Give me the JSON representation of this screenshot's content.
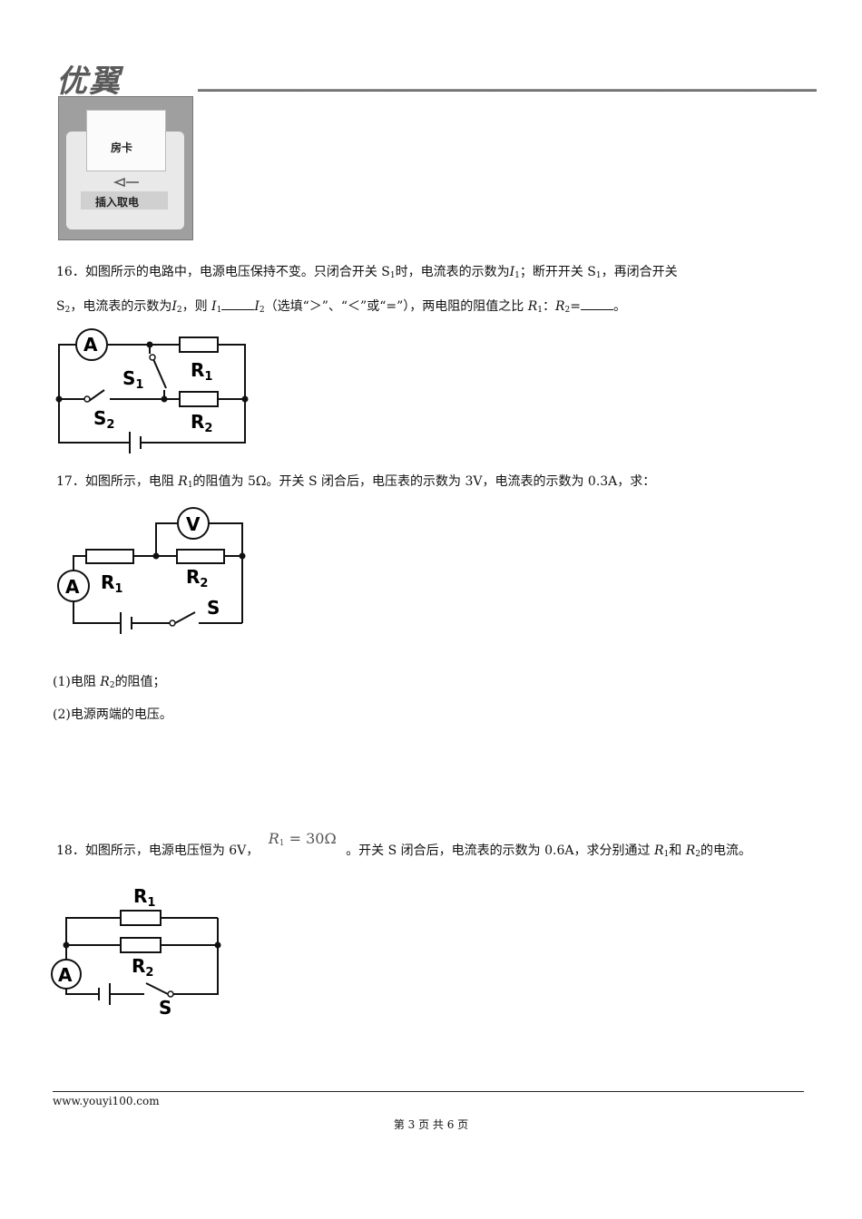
{
  "header": {
    "logo_text": "优翼"
  },
  "photo": {
    "card_label": "房卡",
    "slot_label": "插入取电"
  },
  "q16": {
    "line1": {
      "prefix": "16．如图所示的电路中，电源电压保持不变。只闭合开关 S",
      "s1_sub": "1",
      "mid": "时，电流表的示数为",
      "i": "I",
      "i_sub": "1",
      "end": "；断开开关 S",
      "end_sub": "1",
      "end2": "，再闭合开关"
    },
    "line2": {
      "s": "S",
      "s_sub": "2",
      "t1": "，电流表的示数为",
      "i2": "I",
      "i2_sub": "2",
      "t2": "，则 ",
      "ia": "I",
      "ia_sub": "1",
      "ib": "I",
      "ib_sub": "2",
      "t3": "（选填“＞”、“＜”或“=”），两电阻的阻值之比 ",
      "r1": "R",
      "r1_sub": "1",
      "colon": "：",
      "r2": "R",
      "r2_sub": "2",
      "eq": "=",
      "end": "。"
    },
    "circuit": {
      "ammeter": "A",
      "switch1": "S",
      "switch1_sub": "1",
      "switch2": "S",
      "switch2_sub": "2",
      "resistor1": "R",
      "resistor1_sub": "1",
      "resistor2": "R",
      "resistor2_sub": "2"
    }
  },
  "q17": {
    "stem": {
      "prefix": "17．如图所示，电阻 ",
      "r": "R",
      "r_sub": "1",
      "rest": "的阻值为 5Ω。开关 S 闭合后，电压表的示数为 3V，电流表的示数为 0.3A，求："
    },
    "sub1": {
      "prefix": "(1)电阻 ",
      "r": "R",
      "r_sub": "2",
      "rest": "的阻值；"
    },
    "sub2": "(2)电源两端的电压。",
    "circuit": {
      "voltmeter": "V",
      "ammeter": "A",
      "resistor1": "R",
      "resistor1_sub": "1",
      "resistor2": "R",
      "resistor2_sub": "2",
      "switch": "S"
    }
  },
  "q18": {
    "stem": {
      "prefix": "18．如图所示，电源电压恒为 6V，",
      "formula_r": "R",
      "formula_sub": "1",
      "formula_rest": " = 30Ω",
      "mid": "。开关 S 闭合后，电流表的示数为 0.6A，求分别通过 ",
      "r1": "R",
      "r1_sub": "1",
      "and": "和 ",
      "r2": "R",
      "r2_sub": "2",
      "end": "的电流。"
    },
    "circuit": {
      "resistor1": "R",
      "resistor1_sub": "1",
      "resistor2": "R",
      "resistor2_sub": "2",
      "ammeter": "A",
      "switch": "S"
    }
  },
  "footer": {
    "url": "www.youyi100.com",
    "page": "第 3 页 共 6 页"
  }
}
